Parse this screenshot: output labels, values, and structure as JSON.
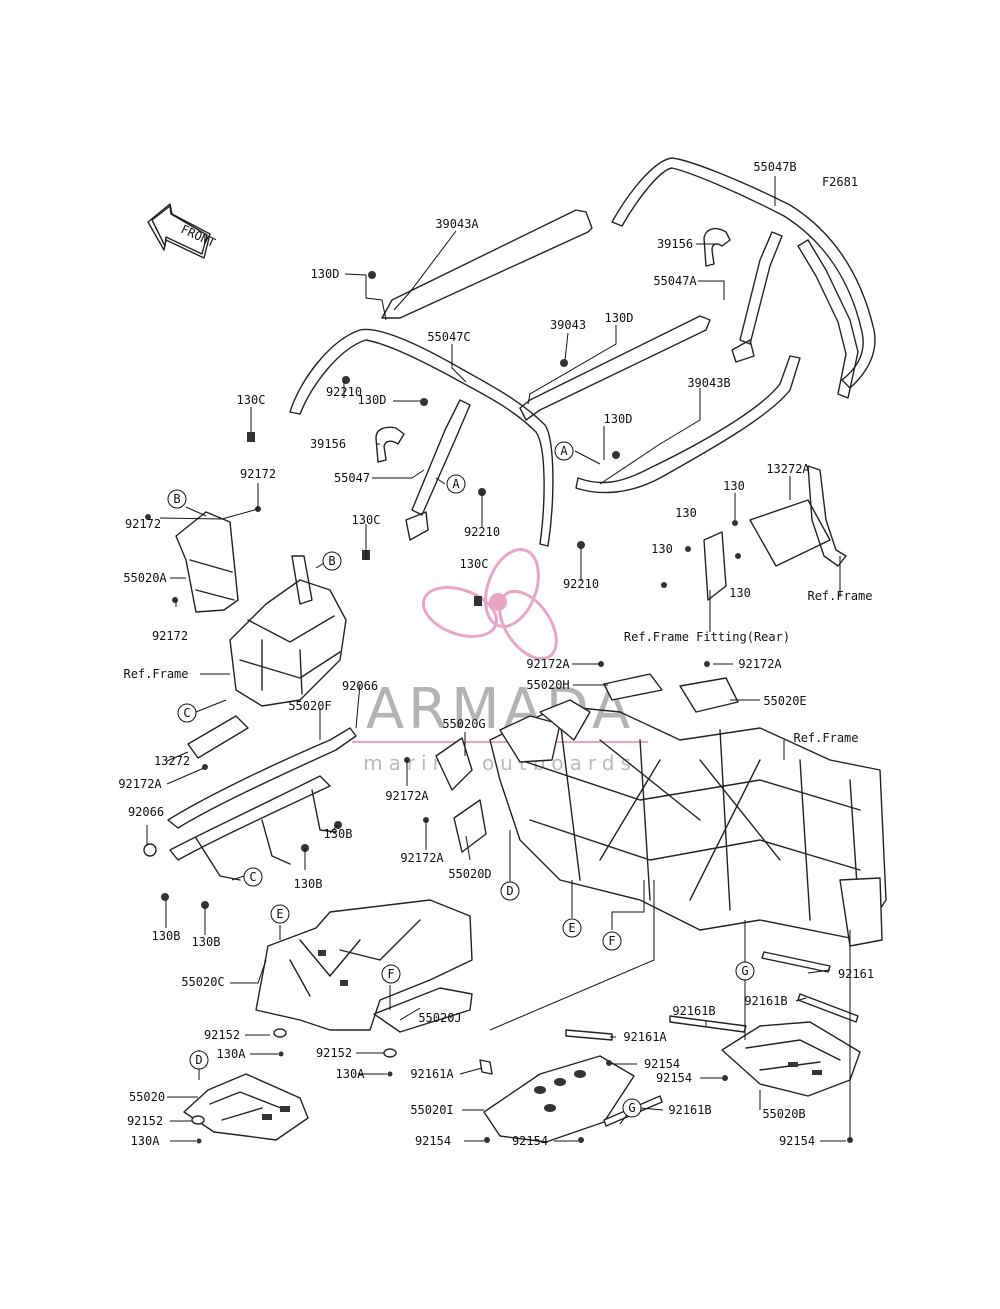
{
  "figure_code": "F2681",
  "front_label": "FRONT",
  "watermark": {
    "brand": "ARMADA",
    "tagline": "marine outboards",
    "accent": "#e8a6c4"
  },
  "callout_letters": [
    {
      "letter": "A"
    },
    {
      "letter": "A"
    },
    {
      "letter": "B"
    },
    {
      "letter": "B"
    },
    {
      "letter": "C"
    },
    {
      "letter": "C"
    },
    {
      "letter": "D"
    },
    {
      "letter": "D"
    },
    {
      "letter": "E"
    },
    {
      "letter": "E"
    },
    {
      "letter": "F"
    },
    {
      "letter": "F"
    },
    {
      "letter": "G"
    },
    {
      "letter": "G"
    }
  ],
  "labels": [
    "55047B",
    "39156",
    "55047A",
    "39043A",
    "130D",
    "39043",
    "130D",
    "55047C",
    "39043B",
    "130C",
    "92210",
    "130D",
    "39156",
    "130D",
    "55047",
    "92172",
    "13272A",
    "130",
    "130",
    "130C",
    "92210",
    "130",
    "130",
    "Ref.Frame",
    "92172",
    "55020A",
    "130C",
    "92210",
    "92172",
    "Ref.Frame Fitting(Rear)",
    "Ref.Frame",
    "92172A",
    "92172A",
    "55020H",
    "55020E",
    "92066",
    "55020F",
    "55020G",
    "Ref.Frame",
    "13272",
    "92172A",
    "92172A",
    "92066",
    "130B",
    "92172A",
    "55020D",
    "130B",
    "130B",
    "130B",
    "55020C",
    "92161B",
    "92161",
    "92161B",
    "92161A",
    "92152",
    "55020J",
    "130A",
    "92152",
    "92154",
    "92161A",
    "130A",
    "92154",
    "55020",
    "55020I",
    "92161B",
    "92152",
    "55020B",
    "130A",
    "92154",
    "92154",
    "92154"
  ]
}
